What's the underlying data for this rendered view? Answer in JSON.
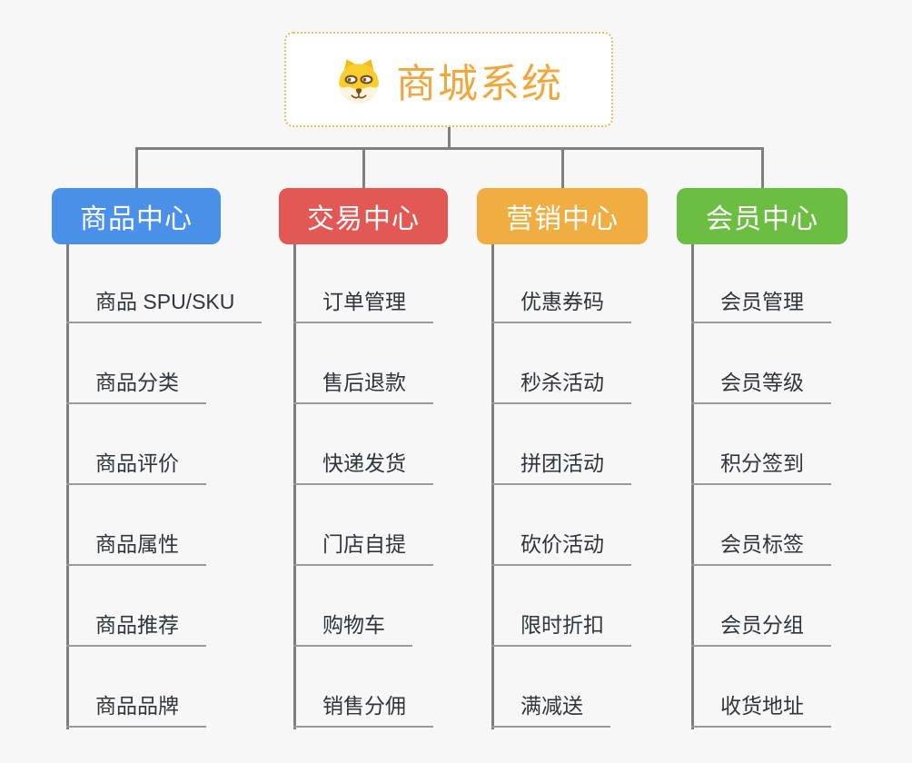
{
  "root": {
    "label": "商城系统",
    "icon": "dog-icon",
    "text_color": "#F0A73E",
    "border_color": "#F3B763"
  },
  "branches": [
    {
      "label": "商品中心",
      "color": "#4A90E8",
      "items": [
        "商品 SPU/SKU",
        "商品分类",
        "商品评价",
        "商品属性",
        "商品推荐",
        "商品品牌"
      ]
    },
    {
      "label": "交易中心",
      "color": "#E25854",
      "items": [
        "订单管理",
        "售后退款",
        "快递发货",
        "门店自提",
        "购物车",
        "销售分佣"
      ]
    },
    {
      "label": "营销中心",
      "color": "#EFAD42",
      "items": [
        "优惠券码",
        "秒杀活动",
        "拼团活动",
        "砍价活动",
        "限时折扣",
        "满减送"
      ]
    },
    {
      "label": "会员中心",
      "color": "#6CBE42",
      "items": [
        "会员管理",
        "会员等级",
        "积分签到",
        "会员标签",
        "会员分组",
        "收货地址"
      ]
    }
  ],
  "colors": {
    "background": "#F7F7F7",
    "connector": "#808080",
    "underline": "#9A9A9A",
    "item_text": "#31353B"
  }
}
